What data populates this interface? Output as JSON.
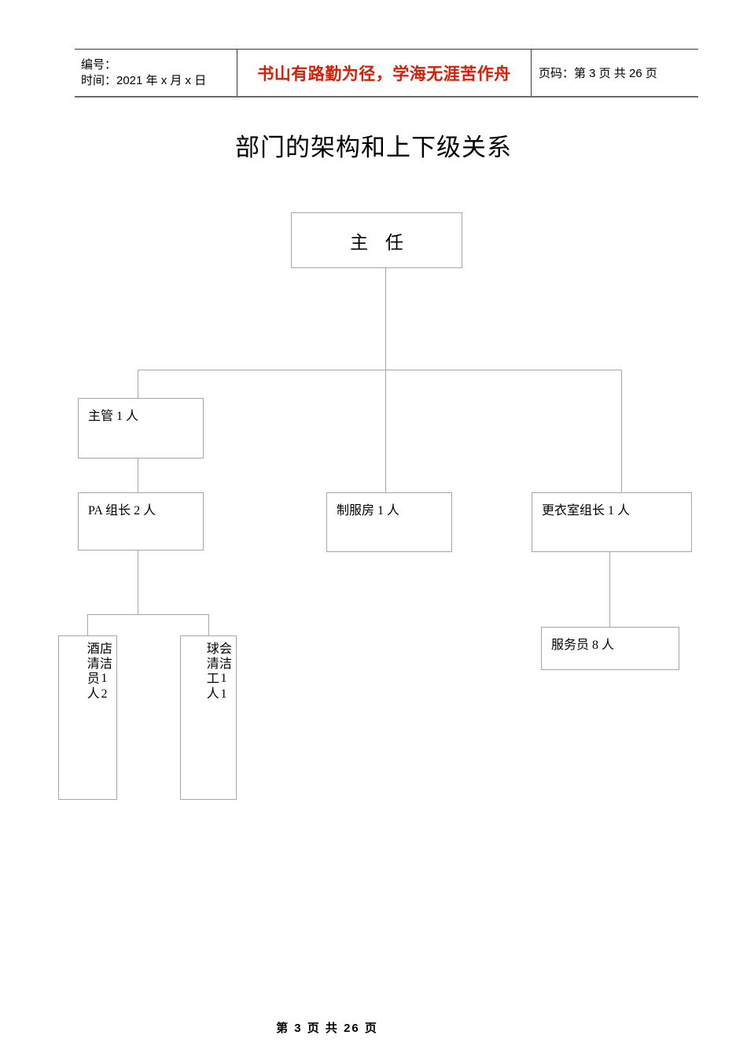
{
  "header": {
    "meta": {
      "number_label": "编号：",
      "date_label": "时间：2021 年 x 月 x 日"
    },
    "slogan": "书山有路勤为径，学海无涯苦作舟",
    "page_indicator": "页码：第 3 页  共 26 页"
  },
  "title": "部门的架构和上下级关系",
  "chart": {
    "root": {
      "label": "主 任"
    },
    "level2": [
      {
        "label": "主管 1 人"
      },
      {
        "label": "制服房 1 人"
      },
      {
        "label": "更衣室组长 1 人"
      }
    ],
    "level3": [
      {
        "label": "PA 组长 2 人"
      },
      {
        "label": "服务员 8 人"
      }
    ],
    "level4": [
      {
        "col_right": "店洁12",
        "col_left": "酒清员人",
        "reading": "酒店清洁员 12 人"
      },
      {
        "col_right": "会洁11",
        "col_left": "球清工人",
        "reading": "会球清洁工 11 人"
      }
    ]
  },
  "footer": "第 3 页  共 26 页",
  "colors": {
    "slogan_red": "#d81e06",
    "box_border": "#a6a6a6",
    "header_rule": "#3a3a3a",
    "text": "#000000"
  }
}
